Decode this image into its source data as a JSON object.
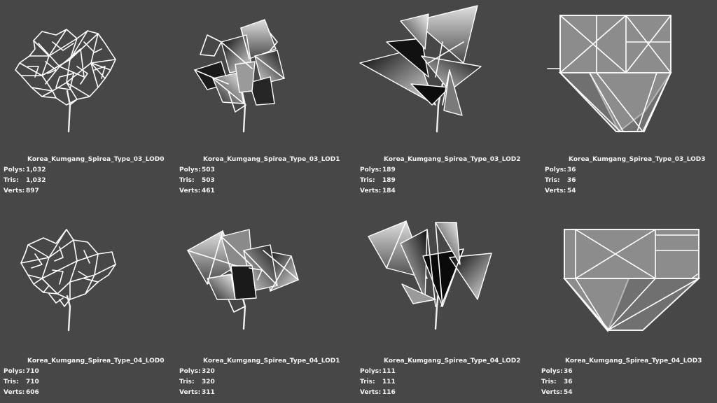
{
  "labels": {
    "polys": "Polys:",
    "tris": "Tris:",
    "verts": "Verts:"
  },
  "lods": [
    {
      "name": "Korea_Kumgang_Spirea_Type_03_LOD0",
      "polys": "1,032",
      "tris": "1,032",
      "verts": "897"
    },
    {
      "name": "Korea_Kumgang_Spirea_Type_03_LOD1",
      "polys": "503",
      "tris": "503",
      "verts": "461"
    },
    {
      "name": "Korea_Kumgang_Spirea_Type_03_LOD2",
      "polys": "189",
      "tris": "189",
      "verts": "184"
    },
    {
      "name": "Korea_Kumgang_Spirea_Type_03_LOD3",
      "polys": "36",
      "tris": "36",
      "verts": "54"
    },
    {
      "name": "Korea_Kumgang_Spirea_Type_04_LOD0",
      "polys": "710",
      "tris": "710",
      "verts": "606"
    },
    {
      "name": "Korea_Kumgang_Spirea_Type_04_LOD1",
      "polys": "320",
      "tris": "320",
      "verts": "311"
    },
    {
      "name": "Korea_Kumgang_Spirea_Type_04_LOD2",
      "polys": "111",
      "tris": "111",
      "verts": "116"
    },
    {
      "name": "Korea_Kumgang_Spirea_Type_04_LOD3",
      "polys": "36",
      "tris": "36",
      "verts": "54"
    }
  ]
}
